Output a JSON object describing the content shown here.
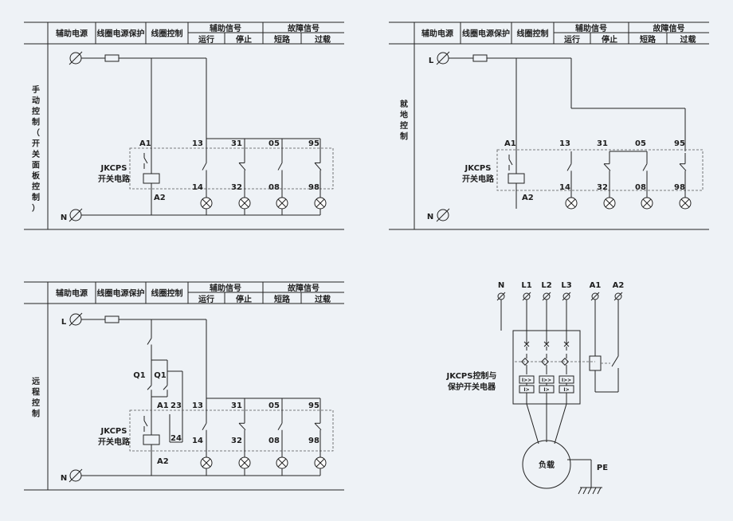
{
  "table_header": {
    "col_aux_power": "辅助电源",
    "col_coil_protect": "线圈电源保护",
    "col_coil_control": "线圈控制",
    "col_aux_signal": "辅助信号",
    "col_run": "运行",
    "col_stop": "停止",
    "col_fault_signal": "故障信号",
    "col_short": "短路",
    "col_overload": "过载"
  },
  "panels": {
    "manual": {
      "side_chars": [
        "手",
        "动",
        "控",
        "制",
        "（",
        "开",
        "关",
        "面",
        "板",
        "控",
        "制",
        "）"
      ],
      "device_name": [
        "JKCPS",
        "开关电路"
      ],
      "supply_top": "",
      "supply_bottom": "N"
    },
    "local": {
      "side_chars": [
        "就",
        "地",
        "控",
        "制"
      ],
      "device_name": [
        "JKCPS",
        "开关电路"
      ],
      "supply_top": "L",
      "supply_bottom": "N"
    },
    "remote": {
      "side_chars": [
        "远",
        "程",
        "控",
        "制"
      ],
      "device_name": [
        "JKCPS",
        "开关电路"
      ],
      "supply_top": "L",
      "supply_bottom": "N",
      "q1_a": "Q1",
      "q1_b": "Q1",
      "term_23": "23",
      "term_24": "24"
    }
  },
  "terminals": {
    "A1": "A1",
    "A2": "A2",
    "t13": "13",
    "t14": "14",
    "t31": "31",
    "t32": "32",
    "t05": "05",
    "t08": "08",
    "t95": "95",
    "t98": "98"
  },
  "main_circuit": {
    "terminals": [
      "N",
      "L1",
      "L2",
      "L3",
      "A1",
      "A2"
    ],
    "device_label": [
      "JKCPS控制与",
      "保护开关电器"
    ],
    "load_label": "负载",
    "ground_label": "PE",
    "trip_labels": [
      "I>>",
      "I>"
    ]
  },
  "colors": {
    "line": "#222222",
    "background": "#eef2f6"
  }
}
